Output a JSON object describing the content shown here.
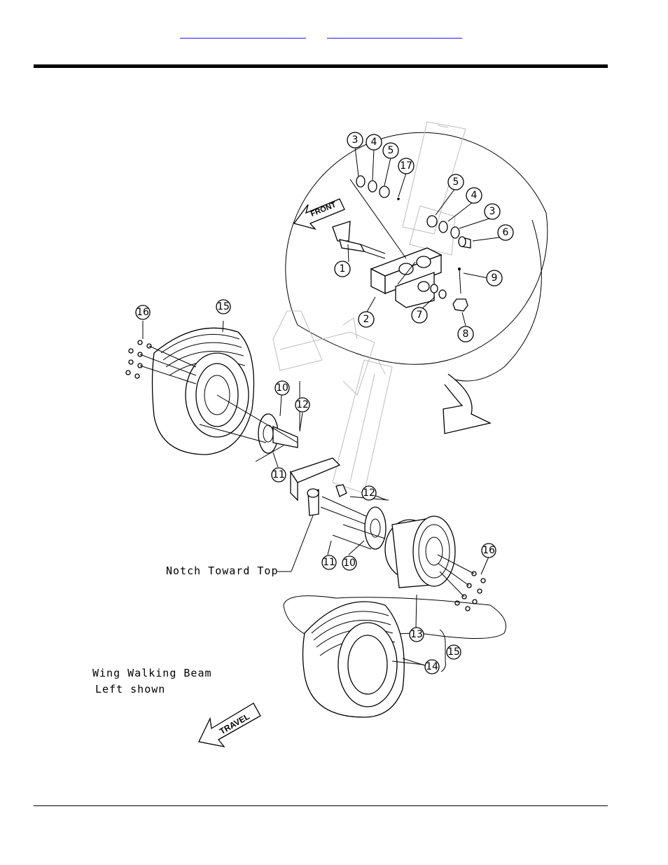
{
  "header": {
    "links": [
      {
        "label": ""
      },
      {
        "label": ""
      }
    ]
  },
  "diagram": {
    "callouts": [
      "1",
      "2",
      "3",
      "4",
      "5",
      "17",
      "5",
      "4",
      "3",
      "6",
      "9",
      "7",
      "8",
      "16",
      "15",
      "10",
      "12",
      "11",
      "12",
      "11",
      "10",
      "16",
      "13",
      "15",
      "14"
    ],
    "front_arrow_label": "FRONT",
    "travel_arrow_label": "TRAVEL",
    "notch_note": "Notch Toward Top",
    "caption_line1": "Wing Walking Beam",
    "caption_line2": "Left shown"
  }
}
